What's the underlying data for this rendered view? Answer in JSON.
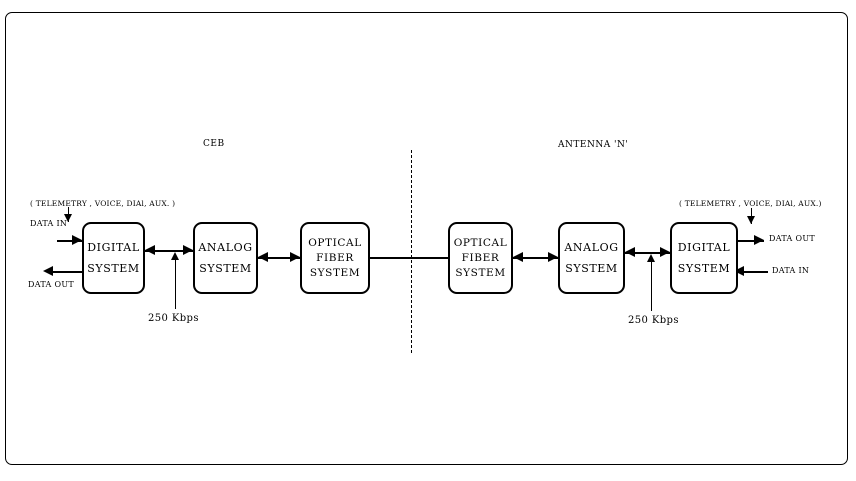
{
  "diagram": {
    "title_left": "CEB",
    "title_right": "ANTENNA 'N'",
    "telemetry_note_left": "( TELEMETRY , VOICE, DIAl, AUX. )",
    "telemetry_note_right": "( TELEMETRY , VOICE, DIAl, AUX.)",
    "rate_left": "250 Kbps",
    "rate_right": "250 Kbps",
    "data_in_left": "DATA IN",
    "data_out_left": "DATA OUT",
    "data_out_right": "DATA OUT",
    "data_in_right": "DATA IN"
  },
  "boxes": {
    "left_digital": {
      "line1": "DIGITAL",
      "line2": "SYSTEM"
    },
    "left_analog": {
      "line1": "ANALOG",
      "line2": "SYSTEM"
    },
    "left_optical": {
      "line1": "OPTICAL",
      "line2": "FIBER",
      "line3": "SYSTEM"
    },
    "right_optical": {
      "line1": "OPTICAL",
      "line2": "FIBER",
      "line3": "SYSTEM"
    },
    "right_analog": {
      "line1": "ANALOG",
      "line2": "SYSTEM"
    },
    "right_digital": {
      "line1": "DIGITAL",
      "line2": "SYSTEM"
    }
  },
  "colors": {
    "stroke": "#000000",
    "background": "#ffffff"
  }
}
